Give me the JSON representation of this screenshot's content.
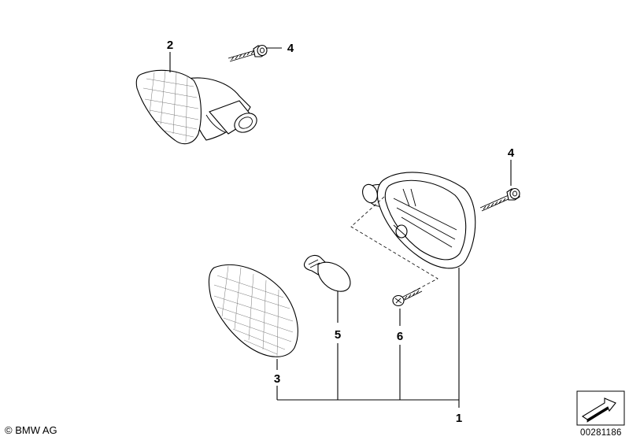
{
  "callouts": {
    "c1": "1",
    "c2": "2",
    "c3": "3",
    "c4_top": "4",
    "c4_right": "4",
    "c5": "5",
    "c6": "6"
  },
  "footer": {
    "copyright": "© BMW AG",
    "document_number": "00281186"
  },
  "icons": {
    "corner": "arrow-box-icon"
  }
}
